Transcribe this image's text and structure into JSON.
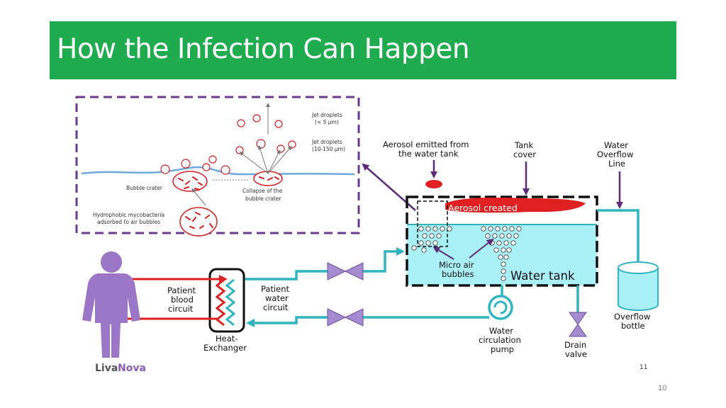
{
  "slide": {
    "title": "How the Infection Can Happen",
    "page_number": "10",
    "accent_color": "#1fac4f"
  },
  "inset": {
    "labels": {
      "jet_small_1": "Jet droplets",
      "jet_small_2": "(< 5 µm)",
      "jet_large_1": "Jet droplets",
      "jet_large_2": "(10-150 µm)",
      "bubble_crater": "Bubble crater",
      "collapse_1": "Collapse of the",
      "collapse_2": "bubble crater",
      "hydro_1": "Hydrophobic mycobacteria",
      "hydro_2": "adsorbed to air bubbles"
    }
  },
  "diagram": {
    "labels": {
      "aerosol_emitted_1": "Aerosol emitted from",
      "aerosol_emitted_2": "the water tank",
      "tank_cover_1": "Tank",
      "tank_cover_2": "cover",
      "overflow_line_1": "Water",
      "overflow_line_2": "Overflow",
      "overflow_line_3": "Line",
      "aerosol_created": "Aerosol created",
      "micro_air_1": "Micro air",
      "micro_air_2": "bubbles",
      "water_tank": "Water tank",
      "patient_blood_1": "Patient",
      "patient_blood_2": "blood",
      "patient_blood_3": "circuit",
      "patient_water_1": "Patient",
      "patient_water_2": "water",
      "patient_water_3": "circuit",
      "heat_exchanger_1": "Heat-",
      "heat_exchanger_2": "Exchanger",
      "pump_1": "Water",
      "pump_2": "circulation",
      "pump_3": "pump",
      "drain_1": "Drain",
      "drain_2": "valve",
      "overflow_bottle_1": "Overflow",
      "overflow_bottle_2": "bottle",
      "logo_1": "Liva",
      "logo_2": "Nova",
      "figure_number": "11"
    },
    "colors": {
      "pipe": "#2fb5bf",
      "water": "#aaf0f7",
      "valve": "#a58cd0",
      "person": "#9b76c6",
      "arrow": "#5b2a78",
      "aerosol": "#e02020",
      "blood": "#e02020"
    }
  }
}
